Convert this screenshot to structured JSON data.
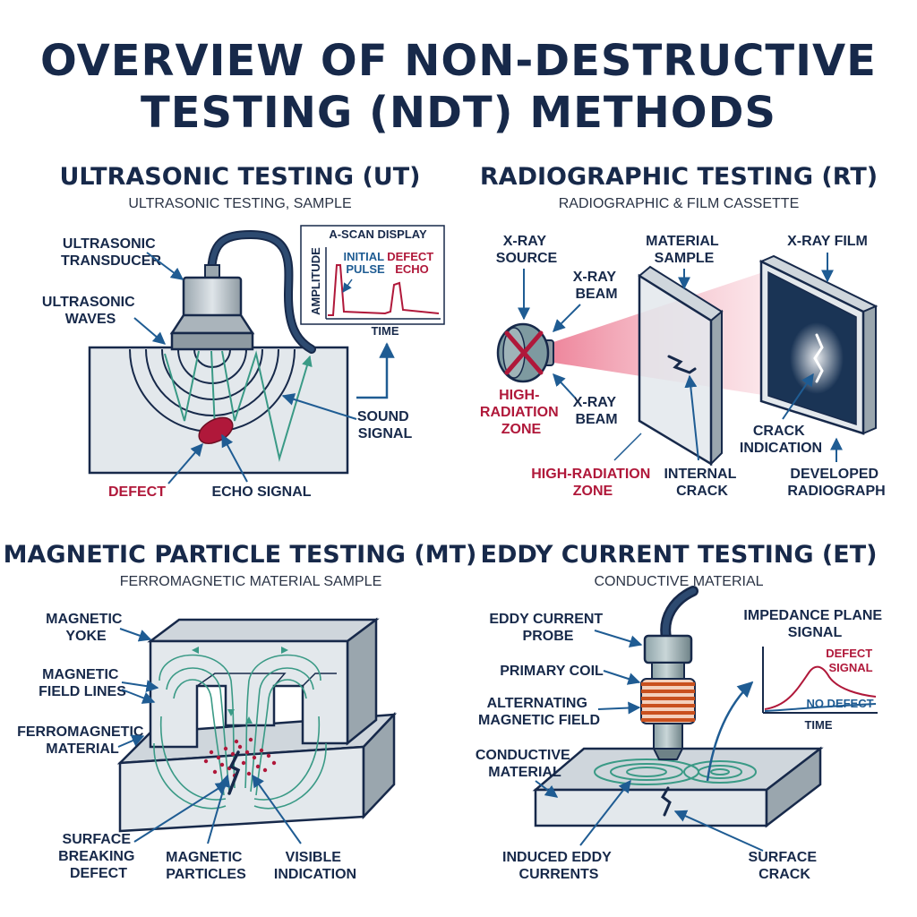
{
  "page": {
    "title_line1": "OVERVIEW OF NON-DESTRUCTIVE",
    "title_line2": "TESTING (NDT) METHODS"
  },
  "ut": {
    "heading": "ULTRASONIC TESTING (UT)",
    "subtitle": "ULTRASONIC TESTING, SAMPLE",
    "transducer_1": "ULTRASONIC",
    "transducer_2": "TRANSDUCER",
    "waves_1": "ULTRASONIC",
    "waves_2": "WAVES",
    "defect": "DEFECT",
    "echo_signal": "ECHO SIGNAL",
    "sound_1": "SOUND",
    "sound_2": "SIGNAL",
    "ascan_title": "A-SCAN DISPLAY",
    "ascan_ylabel": "AMPLITUDE",
    "ascan_xlabel": "TIME",
    "initial_1": "INITIAL",
    "initial_2": "PULSE",
    "defect_echo_1": "DEFECT",
    "defect_echo_2": "ECHO"
  },
  "rt": {
    "heading": "RADIOGRAPHIC TESTING (RT)",
    "subtitle": "RADIOGRAPHIC & FILM CASSETTE",
    "source_1": "X-RAY",
    "source_2": "SOURCE",
    "beam_top_1": "X-RAY",
    "beam_top_2": "BEAM",
    "beam_bottom_1": "X-RAY",
    "beam_bottom_2": "BEAM",
    "material_1": "MATERIAL",
    "material_2": "SAMPLE",
    "film": "X-RAY FILM",
    "high_left_1": "HIGH-",
    "high_left_2": "RADIATION",
    "high_left_3": "ZONE",
    "high_center_1": "HIGH-RADIATION",
    "high_center_2": "ZONE",
    "crack_1": "INTERNAL",
    "crack_2": "CRACK",
    "indication_1": "CRACK",
    "indication_2": "INDICATION",
    "developed_1": "DEVELOPED",
    "developed_2": "RADIOGRAPH"
  },
  "mt": {
    "heading": "MAGNETIC PARTICLE TESTING (MT)",
    "subtitle": "FERROMAGNETIC MATERIAL SAMPLE",
    "yoke_1": "MAGNETIC",
    "yoke_2": "YOKE",
    "field_1": "MAGNETIC",
    "field_2": "FIELD LINES",
    "ferro_1": "FERROMAGNETIC",
    "ferro_2": "MATERIAL",
    "surface_1": "SURFACE",
    "surface_2": "BREAKING",
    "surface_3": "DEFECT",
    "particles_1": "MAGNETIC",
    "particles_2": "PARTICLES",
    "visible_1": "VISIBLE",
    "visible_2": "INDICATION"
  },
  "et": {
    "heading": "EDDY CURRENT TESTING (ET)",
    "subtitle": "CONDUCTIVE MATERIAL",
    "probe_1": "EDDY CURRENT",
    "probe_2": "PROBE",
    "coil": "PRIMARY COIL",
    "field_1": "ALTERNATING",
    "field_2": "MAGNETIC FIELD",
    "conductive_1": "CONDUCTIVE",
    "conductive_2": "MATERIAL",
    "induced_1": "INDUCED EDDY",
    "induced_2": "CURRENTS",
    "crack_1": "SURFACE",
    "crack_2": "CRACK",
    "plot_title_1": "IMPEDANCE PLANE",
    "plot_title_2": "SIGNAL",
    "defect_1": "DEFECT",
    "defect_2": "SIGNAL",
    "no_defect": "NO DEFECT",
    "time": "TIME"
  },
  "colors": {
    "navy": "#17294a",
    "crimson": "#b0183a",
    "arrow_blue": "#1f5c93",
    "wave_teal": "#3a9a86",
    "block_gray": "#e3e8ec",
    "copper": "#c9501e"
  }
}
